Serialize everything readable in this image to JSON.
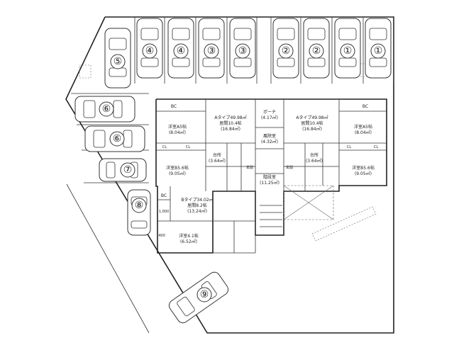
{
  "parking": [
    {
      "id": "slot-1a",
      "label": "①"
    },
    {
      "id": "slot-1b",
      "label": "①"
    },
    {
      "id": "slot-2a",
      "label": "②"
    },
    {
      "id": "slot-2b",
      "label": "②"
    },
    {
      "id": "slot-3a",
      "label": "③"
    },
    {
      "id": "slot-3b",
      "label": "③"
    },
    {
      "id": "slot-4a",
      "label": "④"
    },
    {
      "id": "slot-4b",
      "label": "④"
    },
    {
      "id": "slot-5",
      "label": "⑤"
    },
    {
      "id": "slot-6a",
      "label": "⑥"
    },
    {
      "id": "slot-6b",
      "label": "⑥"
    },
    {
      "id": "slot-7",
      "label": "⑦"
    },
    {
      "id": "slot-8",
      "label": "⑧"
    },
    {
      "id": "slot-9",
      "label": "⑨"
    }
  ],
  "unit_a_left": {
    "type": "Aタイプ49.98㎡",
    "living": "居間10.4帖",
    "living_area": "(16.84㎡)",
    "bed1": "洋室A5帖",
    "bed1_area": "(8.04㎡)",
    "bed2": "洋室B5.6帖",
    "bed2_area": "(9.05㎡)",
    "kitchen": "台所",
    "kitchen_area": "(3.64㎡)",
    "bc": "BC",
    "cl": "CL"
  },
  "unit_a_right": {
    "type": "Aタイプ49.98㎡",
    "living": "居間10.4帖",
    "living_area": "(16.84㎡)",
    "bed1": "洋室A5帖",
    "bed1_area": "(8.04㎡)",
    "bed2": "洋室B5.6帖",
    "bed2_area": "(9.05㎡)",
    "kitchen": "台所",
    "kitchen_area": "(3.64㎡)",
    "bc": "BC",
    "cl": "CL"
  },
  "unit_b": {
    "type": "Bタイプ34.02㎡",
    "living": "居間8.2帖",
    "living_area": "(13.24㎡)",
    "bed": "洋室4.1帖",
    "bed_area": "(6.52㎡)",
    "bc": "BC",
    "dim1": "1,000",
    "dim2": "400"
  },
  "common": {
    "porch": "ポーチ",
    "porch_area": "(4.17㎡)",
    "windbreak": "風除室",
    "windbreak_area": "(4.32㎡)",
    "stair_hall": "階段室",
    "stair_hall_area": "(11.25㎡)",
    "entrance": "玄関"
  }
}
